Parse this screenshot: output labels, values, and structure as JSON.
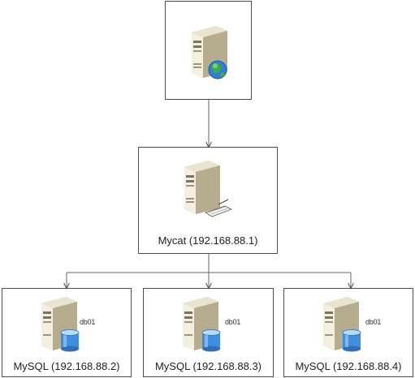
{
  "nodes": {
    "web": {
      "label": ""
    },
    "mycat": {
      "label": "Mycat (192.168.88.1)"
    },
    "mysql1": {
      "label": "MySQL (192.168.88.2)",
      "db": "db01"
    },
    "mysql2": {
      "label": "MySQL (192.168.88.3)",
      "db": "db01"
    },
    "mysql3": {
      "label": "MySQL (192.168.88.4)",
      "db": "db01"
    }
  },
  "edges": [
    {
      "from": "web",
      "to": "mycat"
    },
    {
      "from": "mycat",
      "to": "mysql1"
    },
    {
      "from": "mycat",
      "to": "mysql2"
    },
    {
      "from": "mycat",
      "to": "mysql3"
    }
  ]
}
